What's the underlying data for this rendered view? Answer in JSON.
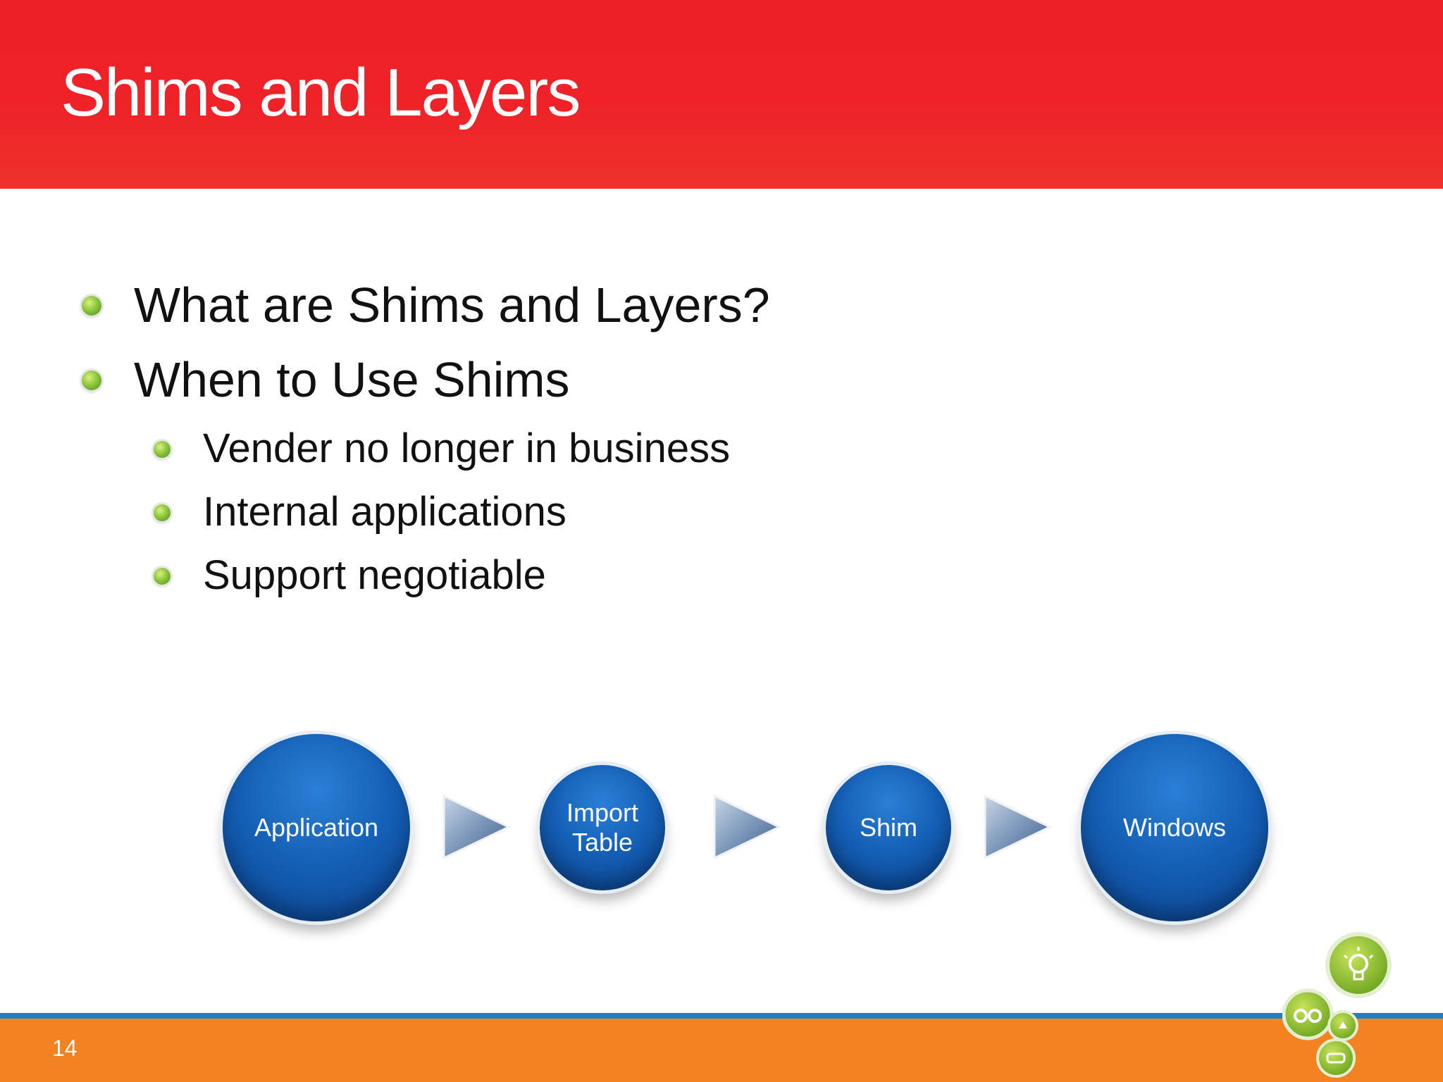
{
  "slide": {
    "title": "Shims and Layers",
    "page_number": "14"
  },
  "bullets": [
    {
      "level": 1,
      "text": "What are Shims and Layers?"
    },
    {
      "level": 1,
      "text": "When to Use Shims"
    },
    {
      "level": 2,
      "text": "Vender no longer in business"
    },
    {
      "level": 2,
      "text": "Internal applications"
    },
    {
      "level": 2,
      "text": "Support negotiable"
    }
  ],
  "flow": {
    "nodes": [
      {
        "line1": "Application",
        "line2": ""
      },
      {
        "line1": "Import",
        "line2": "Table"
      },
      {
        "line1": "Shim",
        "line2": ""
      },
      {
        "line1": "Windows",
        "line2": ""
      }
    ]
  },
  "icons": {
    "bullet": "green-dot-icon",
    "arrow": "triangle-arrow-icon",
    "logo": "lightbulb-binoculars-logo-icon"
  },
  "colors": {
    "title_bar": "#ee1f27",
    "footer_bar": "#f58220",
    "footer_line": "#1f7fc1",
    "node_blue": "#1561b8",
    "bullet_green": "#8cc63f"
  }
}
